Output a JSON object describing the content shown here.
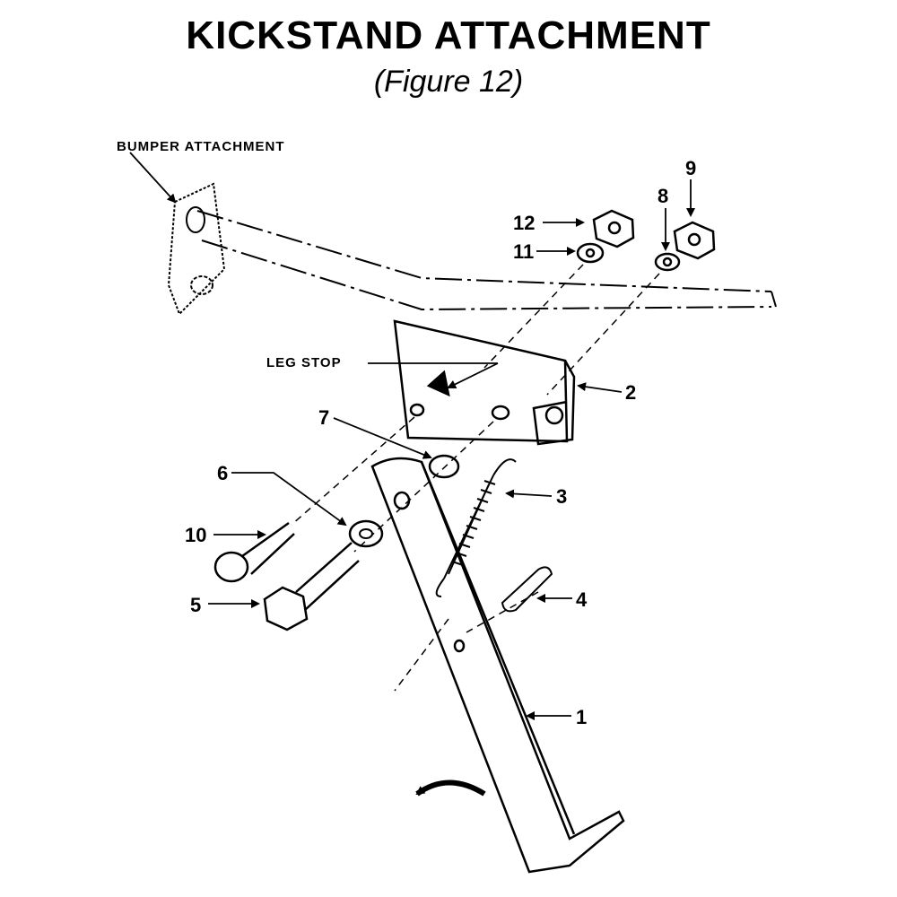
{
  "title": "KICKSTAND ATTACHMENT",
  "subtitle": "(Figure 12)",
  "labels": {
    "bumper_attachment": "BUMPER ATTACHMENT",
    "leg_stop": "LEG STOP"
  },
  "callouts": {
    "part_1": "1",
    "part_2": "2",
    "part_3": "3",
    "part_4": "4",
    "part_5": "5",
    "part_6": "6",
    "part_7": "7",
    "part_8": "8",
    "part_9": "9",
    "part_10": "10",
    "part_11": "11",
    "part_12": "12"
  }
}
